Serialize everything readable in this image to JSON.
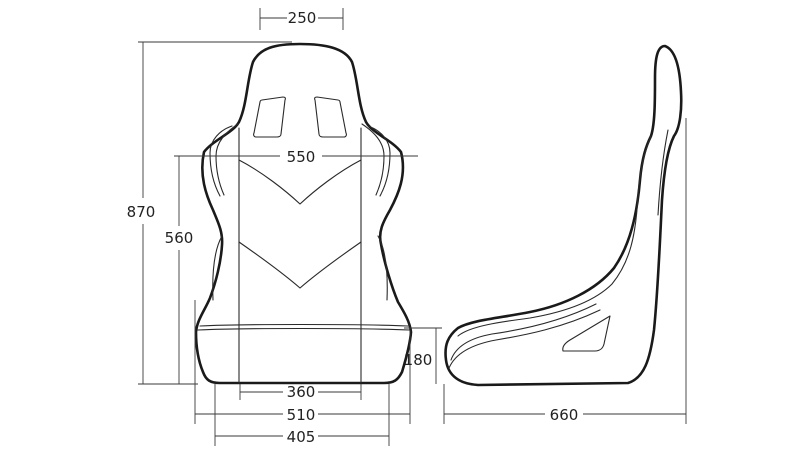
{
  "front_view": {
    "dimensions": {
      "top_width": "250",
      "shoulder_width": "550",
      "total_height": "870",
      "backrest_height": "560",
      "inner_width": "360",
      "base_width": "510",
      "bottom_width": "405",
      "cushion_height": "180"
    }
  },
  "side_view": {
    "dimensions": {
      "depth": "660"
    }
  },
  "colors": {
    "line": "#1a1a1a",
    "background": "#ffffff"
  }
}
